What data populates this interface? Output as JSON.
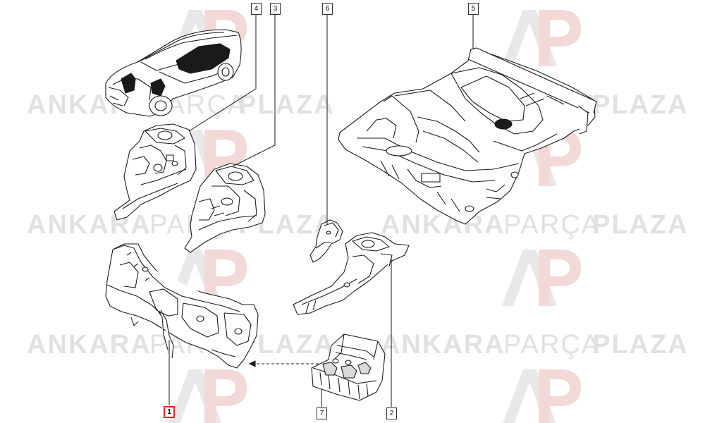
{
  "watermark": {
    "word1": "ANKARA",
    "word2": "PARÇA",
    "word3": "PLAZA",
    "accent_color": "#e2262a",
    "watermark_color": "#e1e1e1"
  },
  "callouts": [
    {
      "number": "1",
      "highlighted": true
    },
    {
      "number": "2",
      "highlighted": false
    },
    {
      "number": "3",
      "highlighted": false
    },
    {
      "number": "4",
      "highlighted": false
    },
    {
      "number": "5",
      "highlighted": false
    },
    {
      "number": "6",
      "highlighted": false
    },
    {
      "number": "7",
      "highlighted": false
    }
  ],
  "colors": {
    "line": "#1a1a1a",
    "highlight": "#e2262a"
  }
}
